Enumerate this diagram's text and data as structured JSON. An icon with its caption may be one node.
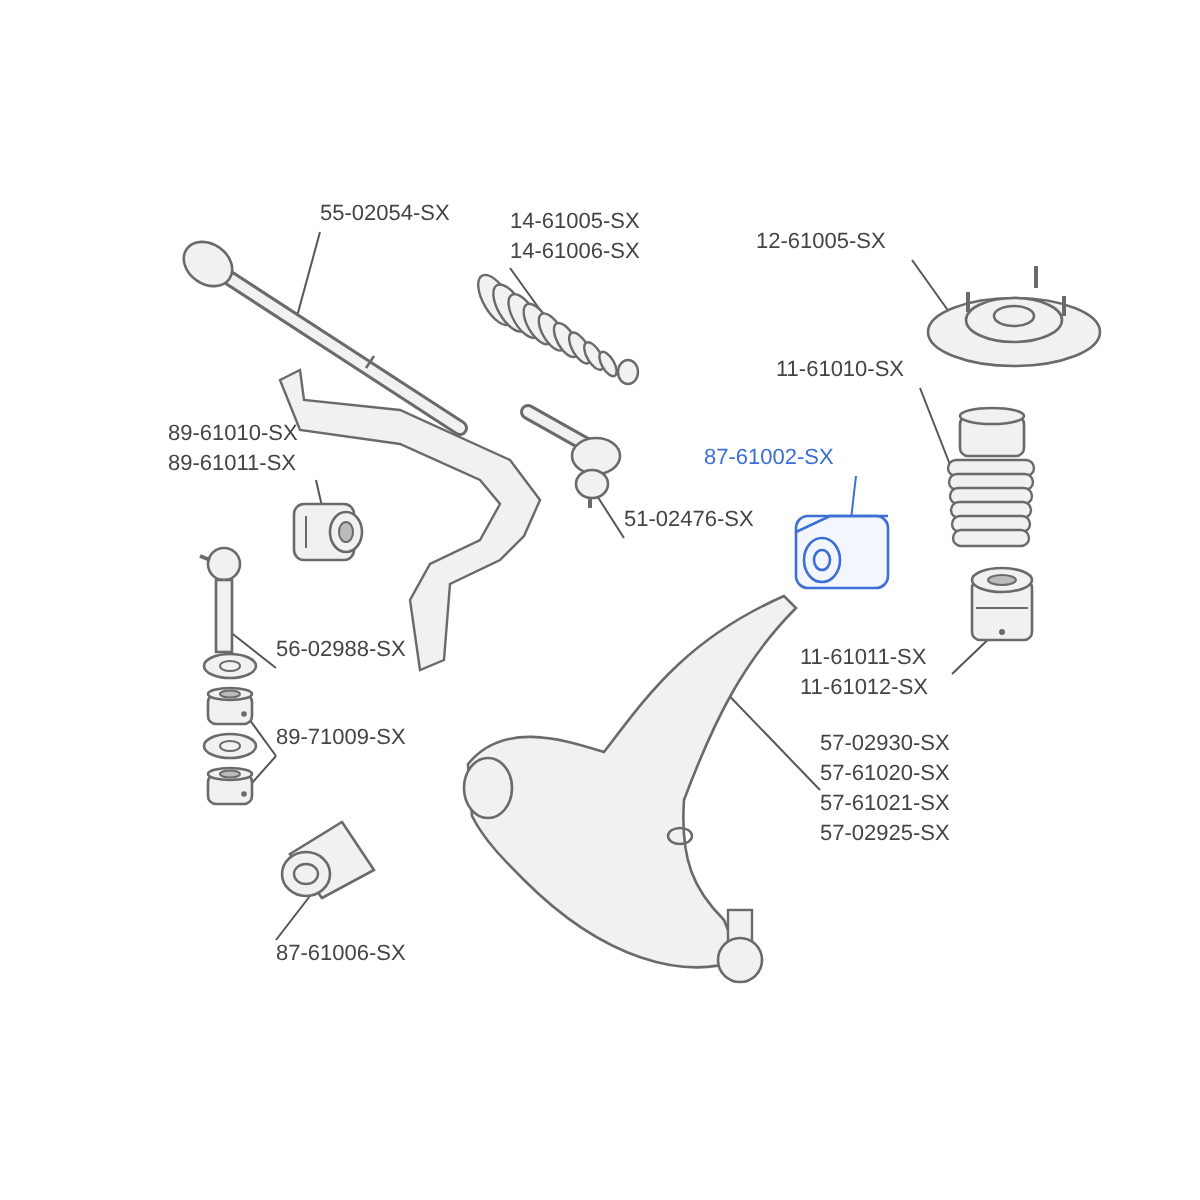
{
  "diagram": {
    "nodes": [
      {
        "text": [
          "55-02054-SX"
        ]
      },
      {
        "text": [],
        "shape": "picture"
      },
      {
        "text": [
          "14-61005-SX",
          "14-61006-SX"
        ]
      },
      {
        "text": [],
        "shape": "picture"
      },
      {
        "text": [
          "12-61005-SX"
        ]
      },
      {
        "text": [],
        "shape": "picture"
      },
      {
        "text": [
          "89-61010-SX",
          "89-61011-SX"
        ]
      },
      {
        "text": [],
        "shape": "picture"
      },
      {
        "text": [
          "11-61010-SX"
        ]
      },
      {
        "text": [],
        "shape": "picture"
      },
      {
        "text": [
          "87-61002-SX"
        ]
      },
      {
        "text": [],
        "shape": "picture"
      },
      {
        "text": [
          "51-02476-SX"
        ]
      },
      {
        "text": [],
        "shape": "picture"
      },
      {
        "text": [
          "11-61011-SX",
          "11-61012-SX"
        ]
      },
      {
        "text": [],
        "shape": "picture"
      },
      {
        "text": [
          "56-02988-SX"
        ]
      },
      {
        "text": [],
        "shape": "picture"
      },
      {
        "text": [
          "89-71009-SX"
        ]
      },
      {
        "text": [],
        "shape": "picture"
      },
      {
        "text": [],
        "shape": "picture"
      },
      {
        "text": [
          "57-02930-SX",
          "57-61020-SX",
          "57-61021-SX",
          "57-02925-SX"
        ]
      },
      {
        "text": [],
        "shape": "picture"
      },
      {
        "text": [
          "87-61006-SX"
        ]
      },
      {
        "text": [],
        "shape": "picture"
      }
    ],
    "edges": [
      {
        "from": 0,
        "to": 1,
        "arrow": "none"
      },
      {
        "from": 2,
        "to": 3,
        "arrow": "none"
      },
      {
        "from": 4,
        "to": 5,
        "arrow": "none"
      },
      {
        "from": 6,
        "to": 7,
        "arrow": "none"
      },
      {
        "from": 8,
        "to": 9,
        "arrow": "none"
      },
      {
        "from": 10,
        "to": 11,
        "arrow": "none",
        "color": "#3b6fd6"
      },
      {
        "from": 12,
        "to": 13,
        "arrow": "none"
      },
      {
        "from": 14,
        "to": 15,
        "arrow": "none"
      },
      {
        "from": 16,
        "to": 17,
        "arrow": "none"
      },
      {
        "from": 18,
        "to": 19,
        "arrow": "none"
      },
      {
        "from": 18,
        "to": 20,
        "arrow": "none"
      },
      {
        "from": 21,
        "to": 22,
        "arrow": "none"
      },
      {
        "from": 23,
        "to": 24,
        "arrow": "none"
      }
    ]
  }
}
